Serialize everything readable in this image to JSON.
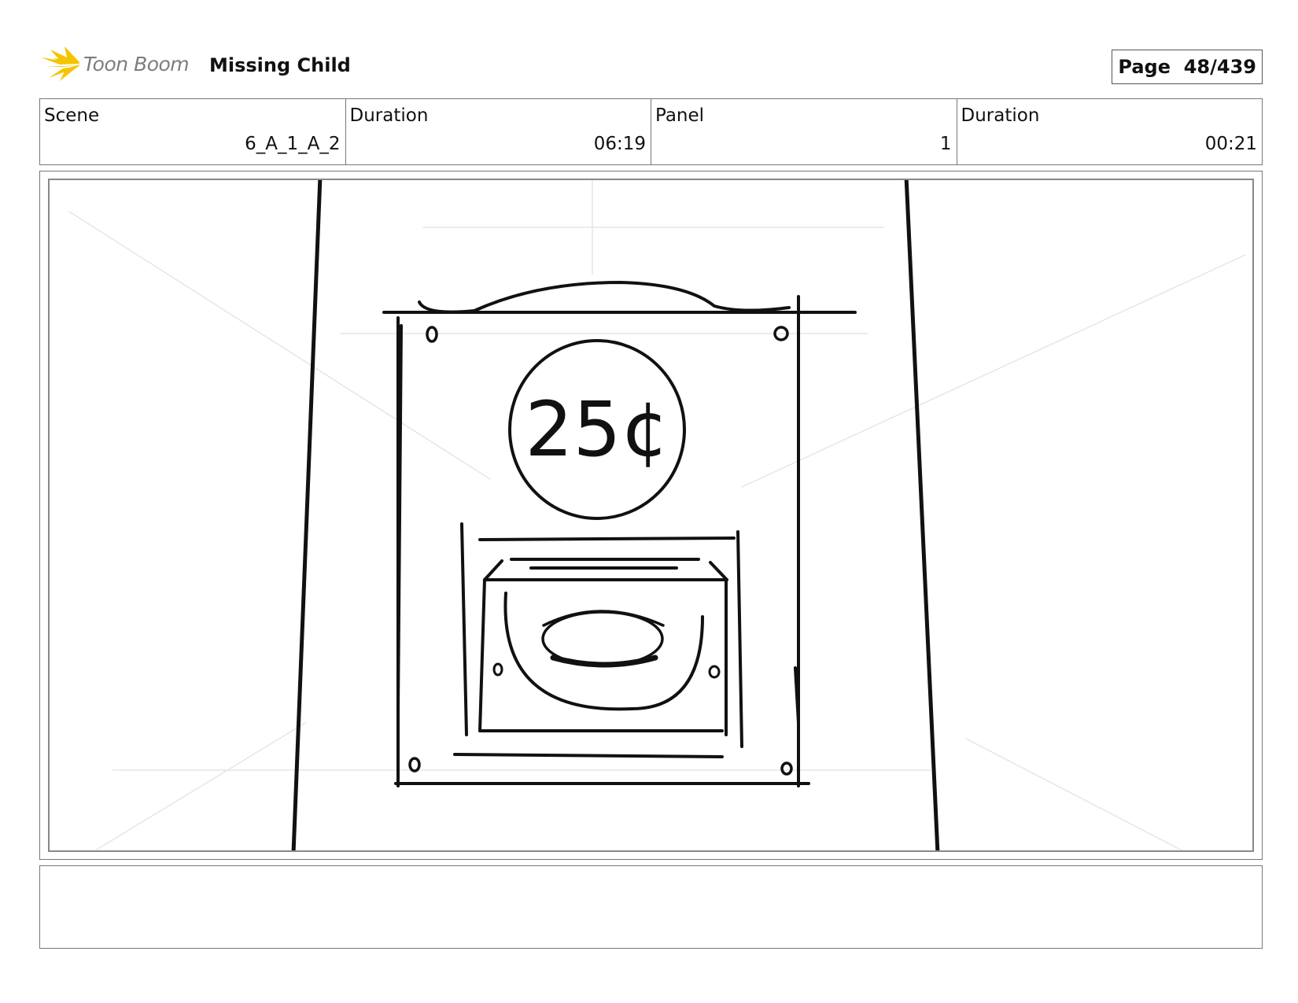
{
  "header": {
    "logo_text": "Toon Boom",
    "title": "Missing Child",
    "page_label": "Page",
    "page_number": "48/439"
  },
  "info": {
    "scene_label": "Scene",
    "scene_value": "6_A_1_A_2",
    "scene_duration_label": "Duration",
    "scene_duration_value": "06:19",
    "panel_label": "Panel",
    "panel_value": "1",
    "panel_duration_label": "Duration",
    "panel_duration_value": "00:21"
  },
  "panel": {
    "sketch_text": "25¢"
  },
  "notes": {
    "text": ""
  },
  "colors": {
    "logo_yellow": "#f5c400",
    "logo_text": "#7d7d7d",
    "border": "#777777"
  }
}
